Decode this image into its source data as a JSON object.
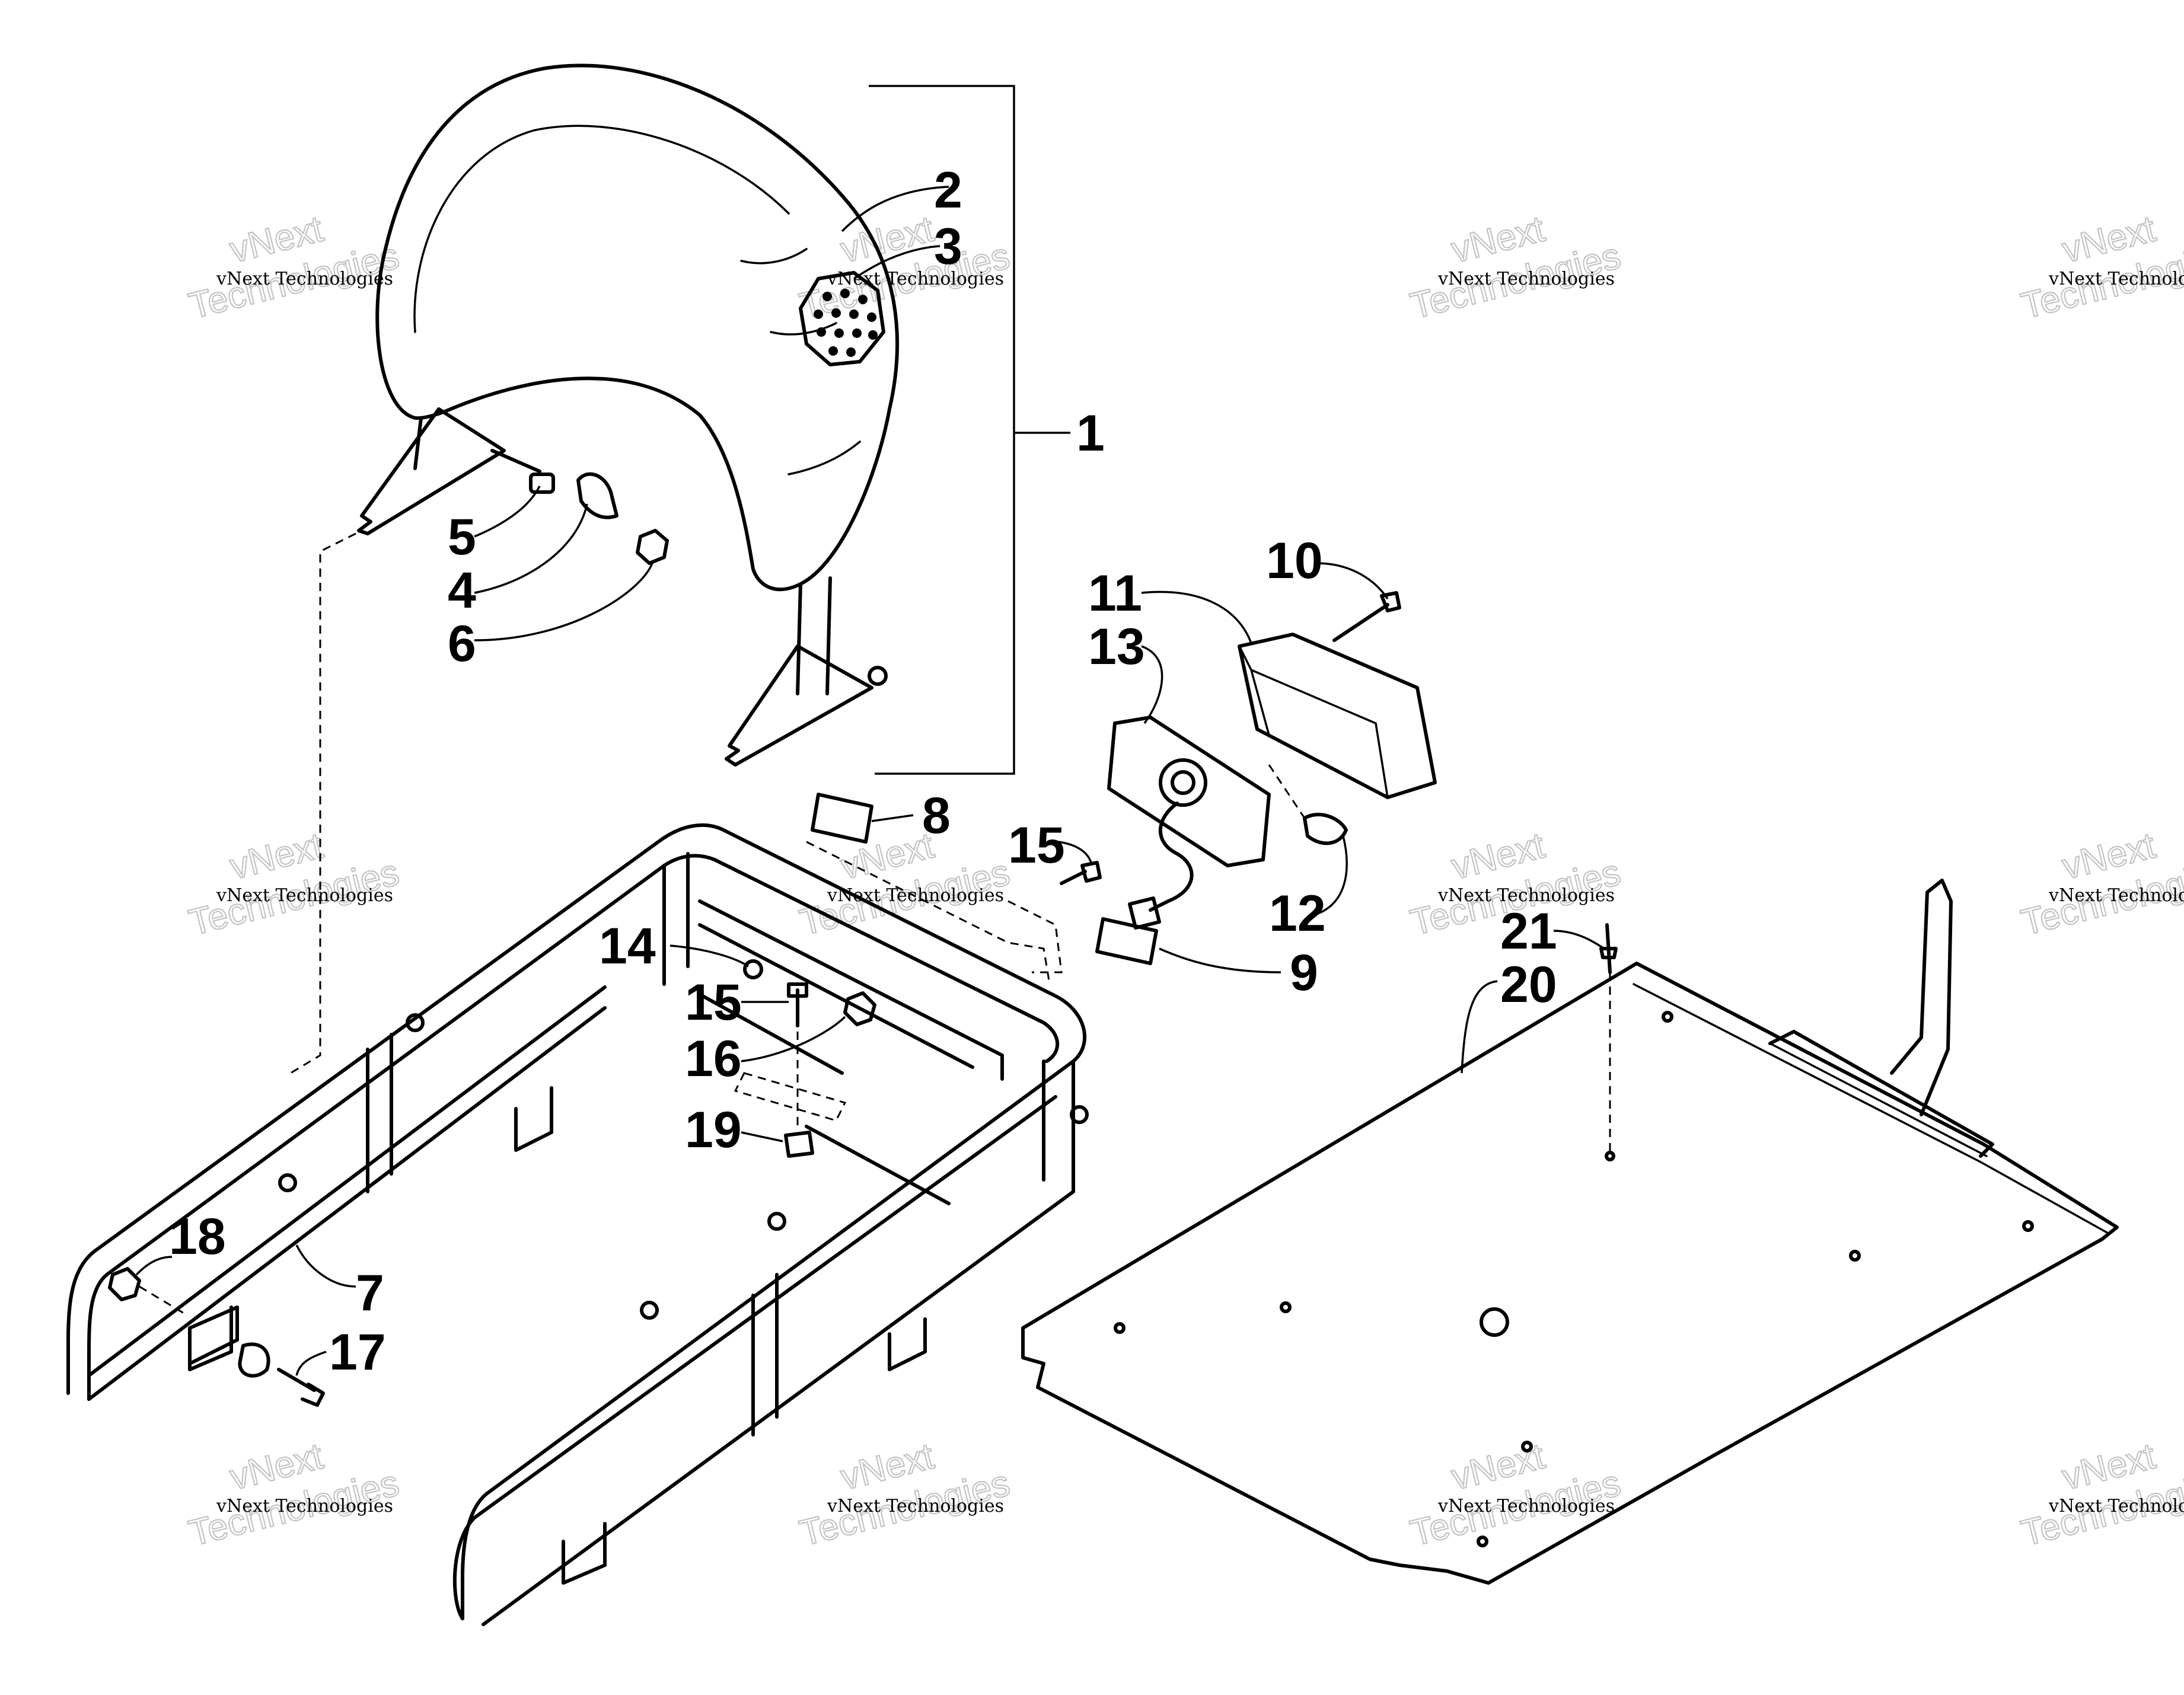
{
  "callouts": {
    "c1": "1",
    "c2": "2",
    "c3": "3",
    "c4": "4",
    "c5": "5",
    "c6": "6",
    "c7": "7",
    "c8": "8",
    "c9": "9",
    "c10": "10",
    "c11": "11",
    "c12": "12",
    "c13": "13",
    "c14": "14",
    "c15a": "15",
    "c15b": "15",
    "c16": "16",
    "c17": "17",
    "c18": "18",
    "c19": "19",
    "c20": "20",
    "c21": "21"
  },
  "watermark": {
    "line1": "vNext Technologies",
    "line2a": "vNext",
    "line2b": "Technologies"
  }
}
